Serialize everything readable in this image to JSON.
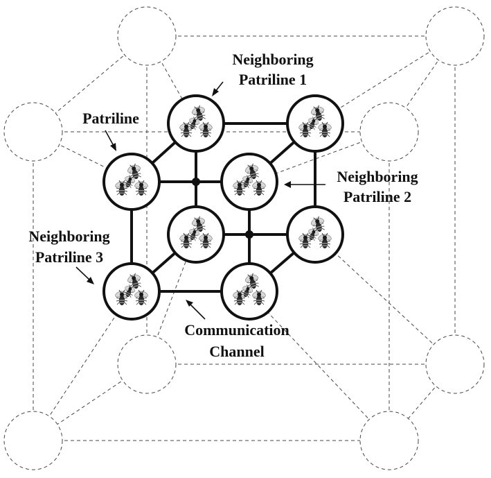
{
  "labels": {
    "neighboring_patriline_1_line1": "Neighboring",
    "neighboring_patriline_1_line2": "Patriline 1",
    "patriline": "Patriline",
    "neighboring_patriline_2_line1": "Neighboring",
    "neighboring_patriline_2_line2": "Patriline 2",
    "neighboring_patriline_3_line1": "Neighboring",
    "neighboring_patriline_3_line2": "Patriline 3",
    "communication_channel_line1": "Communication",
    "communication_channel_line2": "Channel"
  },
  "colors": {
    "ink": "#111111",
    "dashed": "#444444",
    "background": "#ffffff"
  },
  "icons": {
    "bee": "bee-icon"
  }
}
